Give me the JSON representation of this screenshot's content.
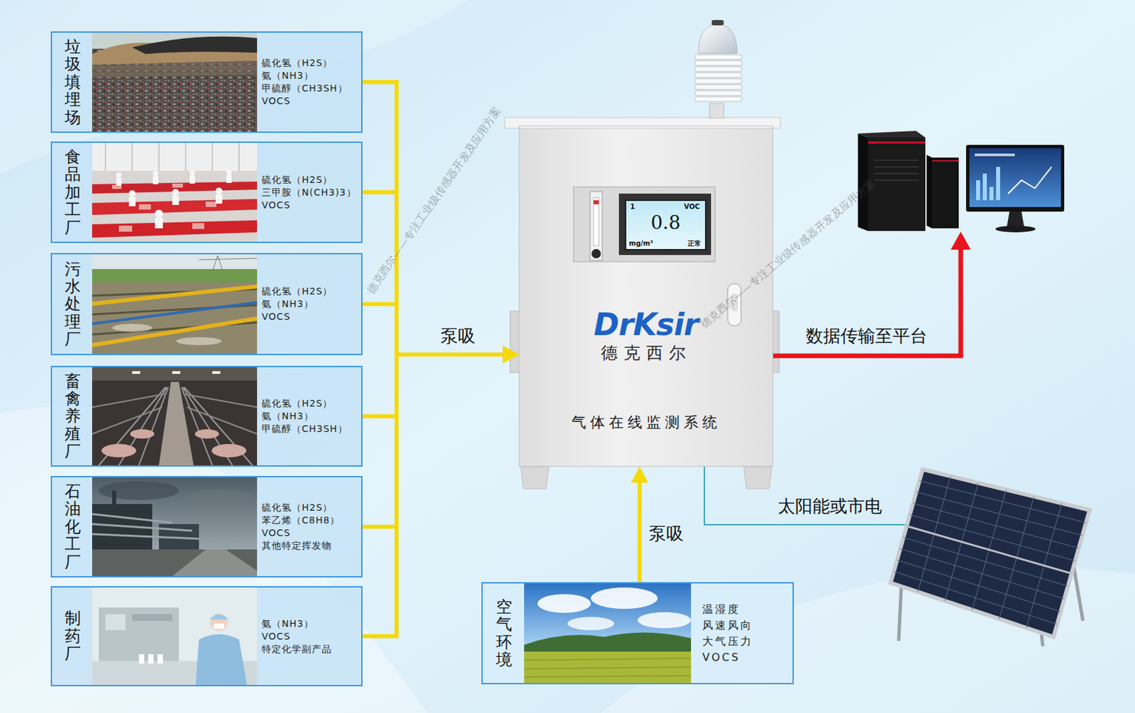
{
  "diagram": {
    "nodes": [
      {
        "text": [
          "垃圾填埋场",
          "硫化氢（H2S）",
          "氨（NH3）",
          "甲硫醇（CH3SH）",
          "VOCS"
        ]
      },
      {
        "text": [
          "食品加工厂",
          "硫化氢（H2S）",
          "三甲胺（N(CH3)3）",
          "VOCS"
        ]
      },
      {
        "text": [
          "污水处理厂",
          "硫化氢（H2S）",
          "氨（NH3）",
          "VOCS"
        ]
      },
      {
        "text": [
          "畜禽养殖厂",
          "硫化氢（H2S）",
          "氨（NH3）",
          "甲硫醇（CH3SH）"
        ]
      },
      {
        "text": [
          "石油化工厂",
          "硫化氢（H2S）",
          "苯乙烯（C8H8）",
          "VOCS",
          "其他特定挥发物"
        ]
      },
      {
        "text": [
          "制药厂",
          "氨（NH3）",
          "VOCS",
          "特定化学副产品"
        ]
      },
      {
        "text": [
          "DrKsir",
          "德克西尔",
          "气体在线监测系统"
        ]
      },
      {
        "text": [
          "1",
          "VOC",
          "0.8",
          "mg/m³",
          "正常"
        ],
        "in": 6
      },
      {
        "text": [
          "空气环境",
          "温湿度",
          "风速风向",
          "大气压力",
          "VOCS"
        ]
      }
    ],
    "edges": [
      {
        "from": 0,
        "to": 6,
        "arrow": "to"
      },
      {
        "from": 1,
        "to": 6,
        "arrow": "to"
      },
      {
        "from": 2,
        "to": 6,
        "label": "泵吸",
        "arrow": "to"
      },
      {
        "from": 3,
        "to": 6,
        "arrow": "to"
      },
      {
        "from": 4,
        "to": 6,
        "arrow": "to"
      },
      {
        "from": 5,
        "to": 6,
        "arrow": "to"
      },
      {
        "from": 8,
        "to": 6,
        "label": "泵吸",
        "arrow": "to"
      }
    ],
    "labels": [
      "数据传输至平台",
      "太阳能或市电",
      "德克西尔——专注工业级传感器开发及应用方案",
      "德克西尔——专注工业级传感器开发及应用方案"
    ]
  }
}
